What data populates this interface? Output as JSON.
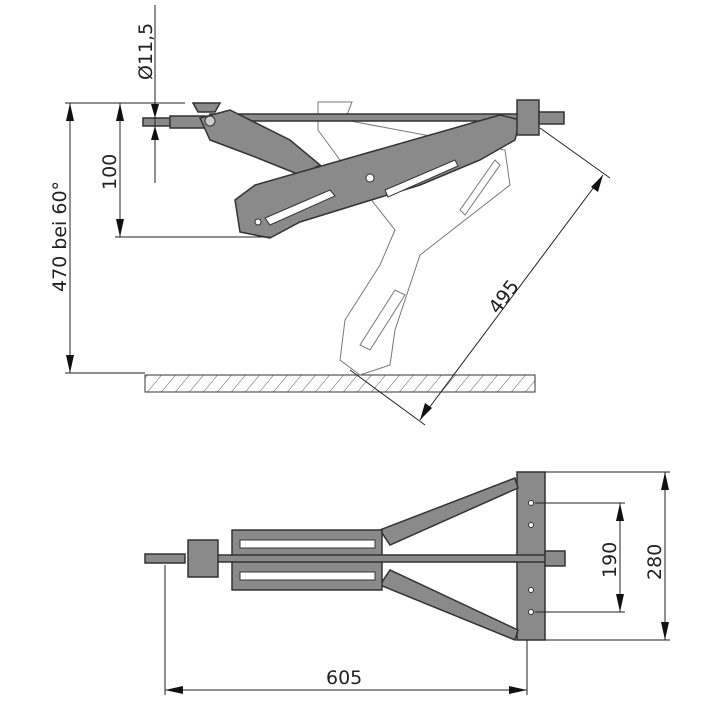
{
  "drawing": {
    "side_view": {
      "pin_diameter": "Ø11,5",
      "arm_offset": "100",
      "height": "470 bei 60°",
      "arm_length": "495"
    },
    "top_view": {
      "hole_spacing": "190",
      "plate_width": "280",
      "total_length": "605"
    }
  }
}
